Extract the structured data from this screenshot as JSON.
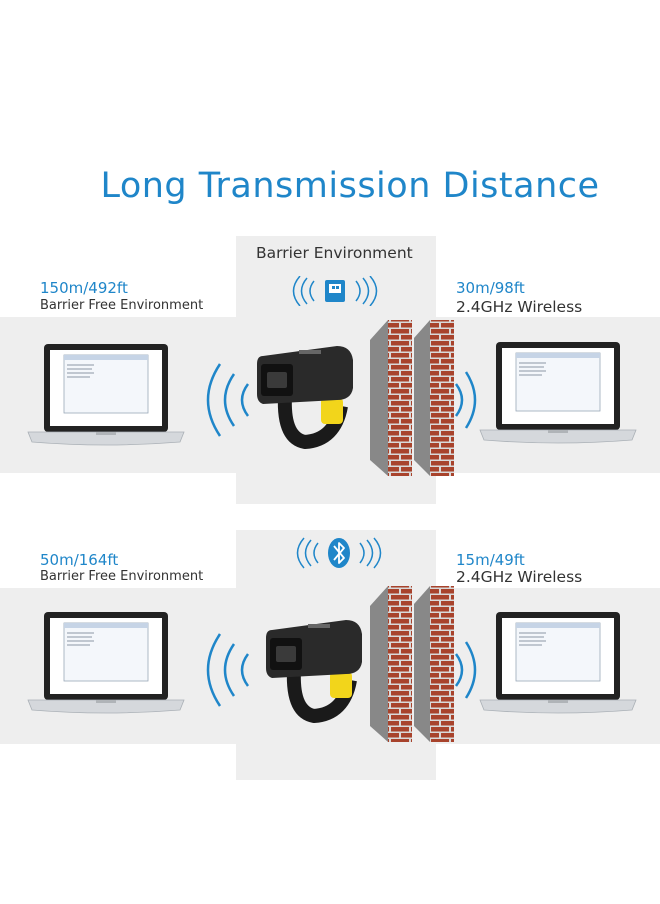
{
  "heading": "Long Transmission Distance",
  "section_top": {
    "center_label": "Barrier Environment",
    "connection_icon": "usb-dongle-icon",
    "left": {
      "distance": "150m/492ft",
      "environment": "Barrier Free Environment"
    },
    "right": {
      "distance": "30m/98ft",
      "environment": "2.4GHz Wireless"
    }
  },
  "section_bottom": {
    "connection_icon": "bluetooth-icon",
    "left": {
      "distance": "50m/164ft",
      "environment": "Barrier Free Environment"
    },
    "right": {
      "distance": "15m/49ft",
      "environment": "2.4GHz Wireless"
    }
  },
  "colors": {
    "accent_blue": "#1f86c9",
    "panel_gray": "#eeeeee",
    "brick": "#a8432c",
    "scanner_yellow": "#f2d51b"
  }
}
